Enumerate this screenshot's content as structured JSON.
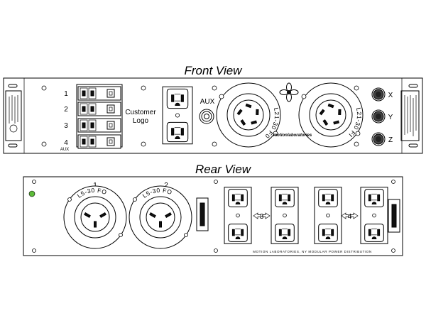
{
  "front": {
    "title": "Front View",
    "breaker_labels": [
      "1",
      "2",
      "3",
      "4"
    ],
    "aux_breaker_label": "AUX",
    "customer_logo_lines": [
      "Customer",
      "Logo"
    ],
    "aux_label": "AUX",
    "connector_left_label": "L21-30 F0",
    "connector_right_label": "L21-30 FI",
    "xyz_labels": [
      "X",
      "Y",
      "Z"
    ],
    "brand_text": "motionlaboratories"
  },
  "rear": {
    "title": "Rear View",
    "connector_numbers": [
      "1",
      "2"
    ],
    "connector_labels": [
      "L5-30 FO",
      "L5-30 FO"
    ],
    "group_labels": [
      "3",
      "4"
    ],
    "footer_text": "MOTION LABORATORIES, NY  MODULAR POWER DISTRIBUTION",
    "led_color": "#5dbb3a"
  }
}
